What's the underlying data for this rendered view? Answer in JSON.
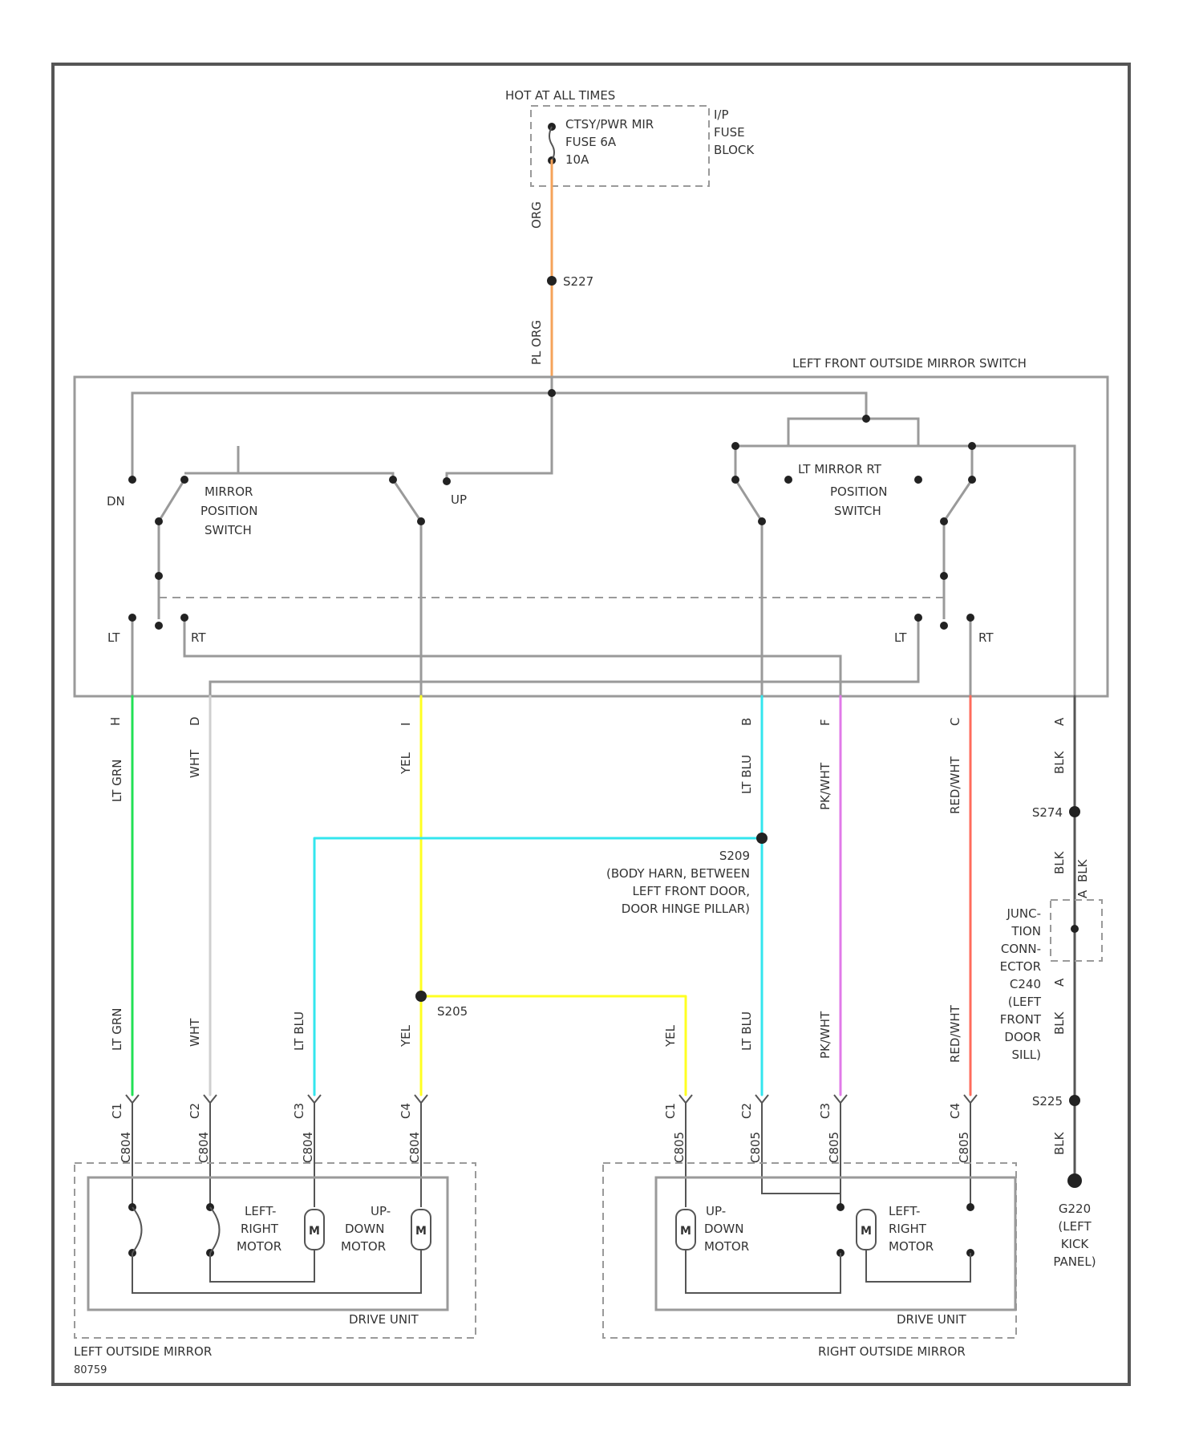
{
  "colors": {
    "orange": "#f5a35a",
    "lt_green": "#22e055",
    "white": "#cfcfcf",
    "yellow": "#ffff22",
    "lt_blue": "#33e6ee",
    "pink": "#e17ae8",
    "red": "#ff6b5b",
    "black": "#555555"
  },
  "power": {
    "title": "HOT AT ALL TIMES",
    "fuse_line1": "CTSY/PWR MIR",
    "fuse_line2": "FUSE 6A",
    "fuse_line3": "10A",
    "block_line1": "I/P",
    "block_line2": "FUSE",
    "block_line3": "BLOCK",
    "wire_top": "ORG",
    "splice": "S227",
    "wire_bottom": "PL ORG"
  },
  "switch": {
    "title": "LEFT FRONT OUTSIDE MIRROR SWITCH",
    "dn": "DN",
    "up": "UP",
    "mirror_pos_1": "MIRROR",
    "mirror_pos_2": "POSITION",
    "mirror_pos_3": "SWITCH",
    "lr_1": "LT MIRROR RT",
    "lr_2": "POSITION",
    "lr_3": "SWITCH",
    "lt_left": "LT",
    "rt_left": "RT",
    "lt_right": "LT",
    "rt_right": "RT"
  },
  "pins": [
    "H",
    "D",
    "I",
    "B",
    "F",
    "C",
    "A"
  ],
  "wire_labels_upper": [
    "LT GRN",
    "WHT",
    "YEL",
    "LT BLU",
    "PK/WHT",
    "RED/WHT",
    "BLK"
  ],
  "wire_labels_lower": [
    "LT GRN",
    "WHT",
    "LT BLU",
    "YEL",
    "YEL",
    "LT BLU",
    "PK/WHT",
    "RED/WHT"
  ],
  "splices": {
    "s209_1": "S209",
    "s209_2": "(BODY HARN, BETWEEN",
    "s209_3": "LEFT FRONT DOOR,",
    "s209_4": "DOOR HINGE PILLAR)",
    "s205": "S205",
    "s274": "S274",
    "s225": "S225",
    "ground": "G220"
  },
  "blk_labels": [
    "BLK",
    "BLK",
    "BLK",
    "BLK"
  ],
  "junction": [
    "JUNC-",
    "TION",
    "CONN-",
    "ECTOR",
    "C240",
    "(LEFT",
    "FRONT",
    "DOOR",
    "SILL)"
  ],
  "junction_pins": [
    "A",
    "A"
  ],
  "ground_label": [
    "G220",
    "(LEFT",
    "KICK",
    "PANEL)"
  ],
  "conn_pins": [
    "C1",
    "C2",
    "C3",
    "C4",
    "C1",
    "C2",
    "C3",
    "C4"
  ],
  "conn_labels": [
    "C804",
    "C804",
    "C804",
    "C804",
    "C805",
    "C805",
    "C805",
    "C805"
  ],
  "left_mirror": {
    "lr_1": "LEFT-",
    "lr_2": "RIGHT",
    "lr_3": "MOTOR",
    "ud_1": "UP-",
    "ud_2": "DOWN",
    "ud_3": "MOTOR",
    "m1": "M",
    "m2": "M",
    "drive": "DRIVE UNIT",
    "title": "LEFT OUTSIDE MIRROR"
  },
  "right_mirror": {
    "ud_1": "UP-",
    "ud_2": "DOWN",
    "ud_3": "MOTOR",
    "lr_1": "LEFT-",
    "lr_2": "RIGHT",
    "lr_3": "MOTOR",
    "m1": "M",
    "m2": "M",
    "drive": "DRIVE UNIT",
    "title": "RIGHT OUTSIDE MIRROR"
  },
  "figure_id": "80759"
}
